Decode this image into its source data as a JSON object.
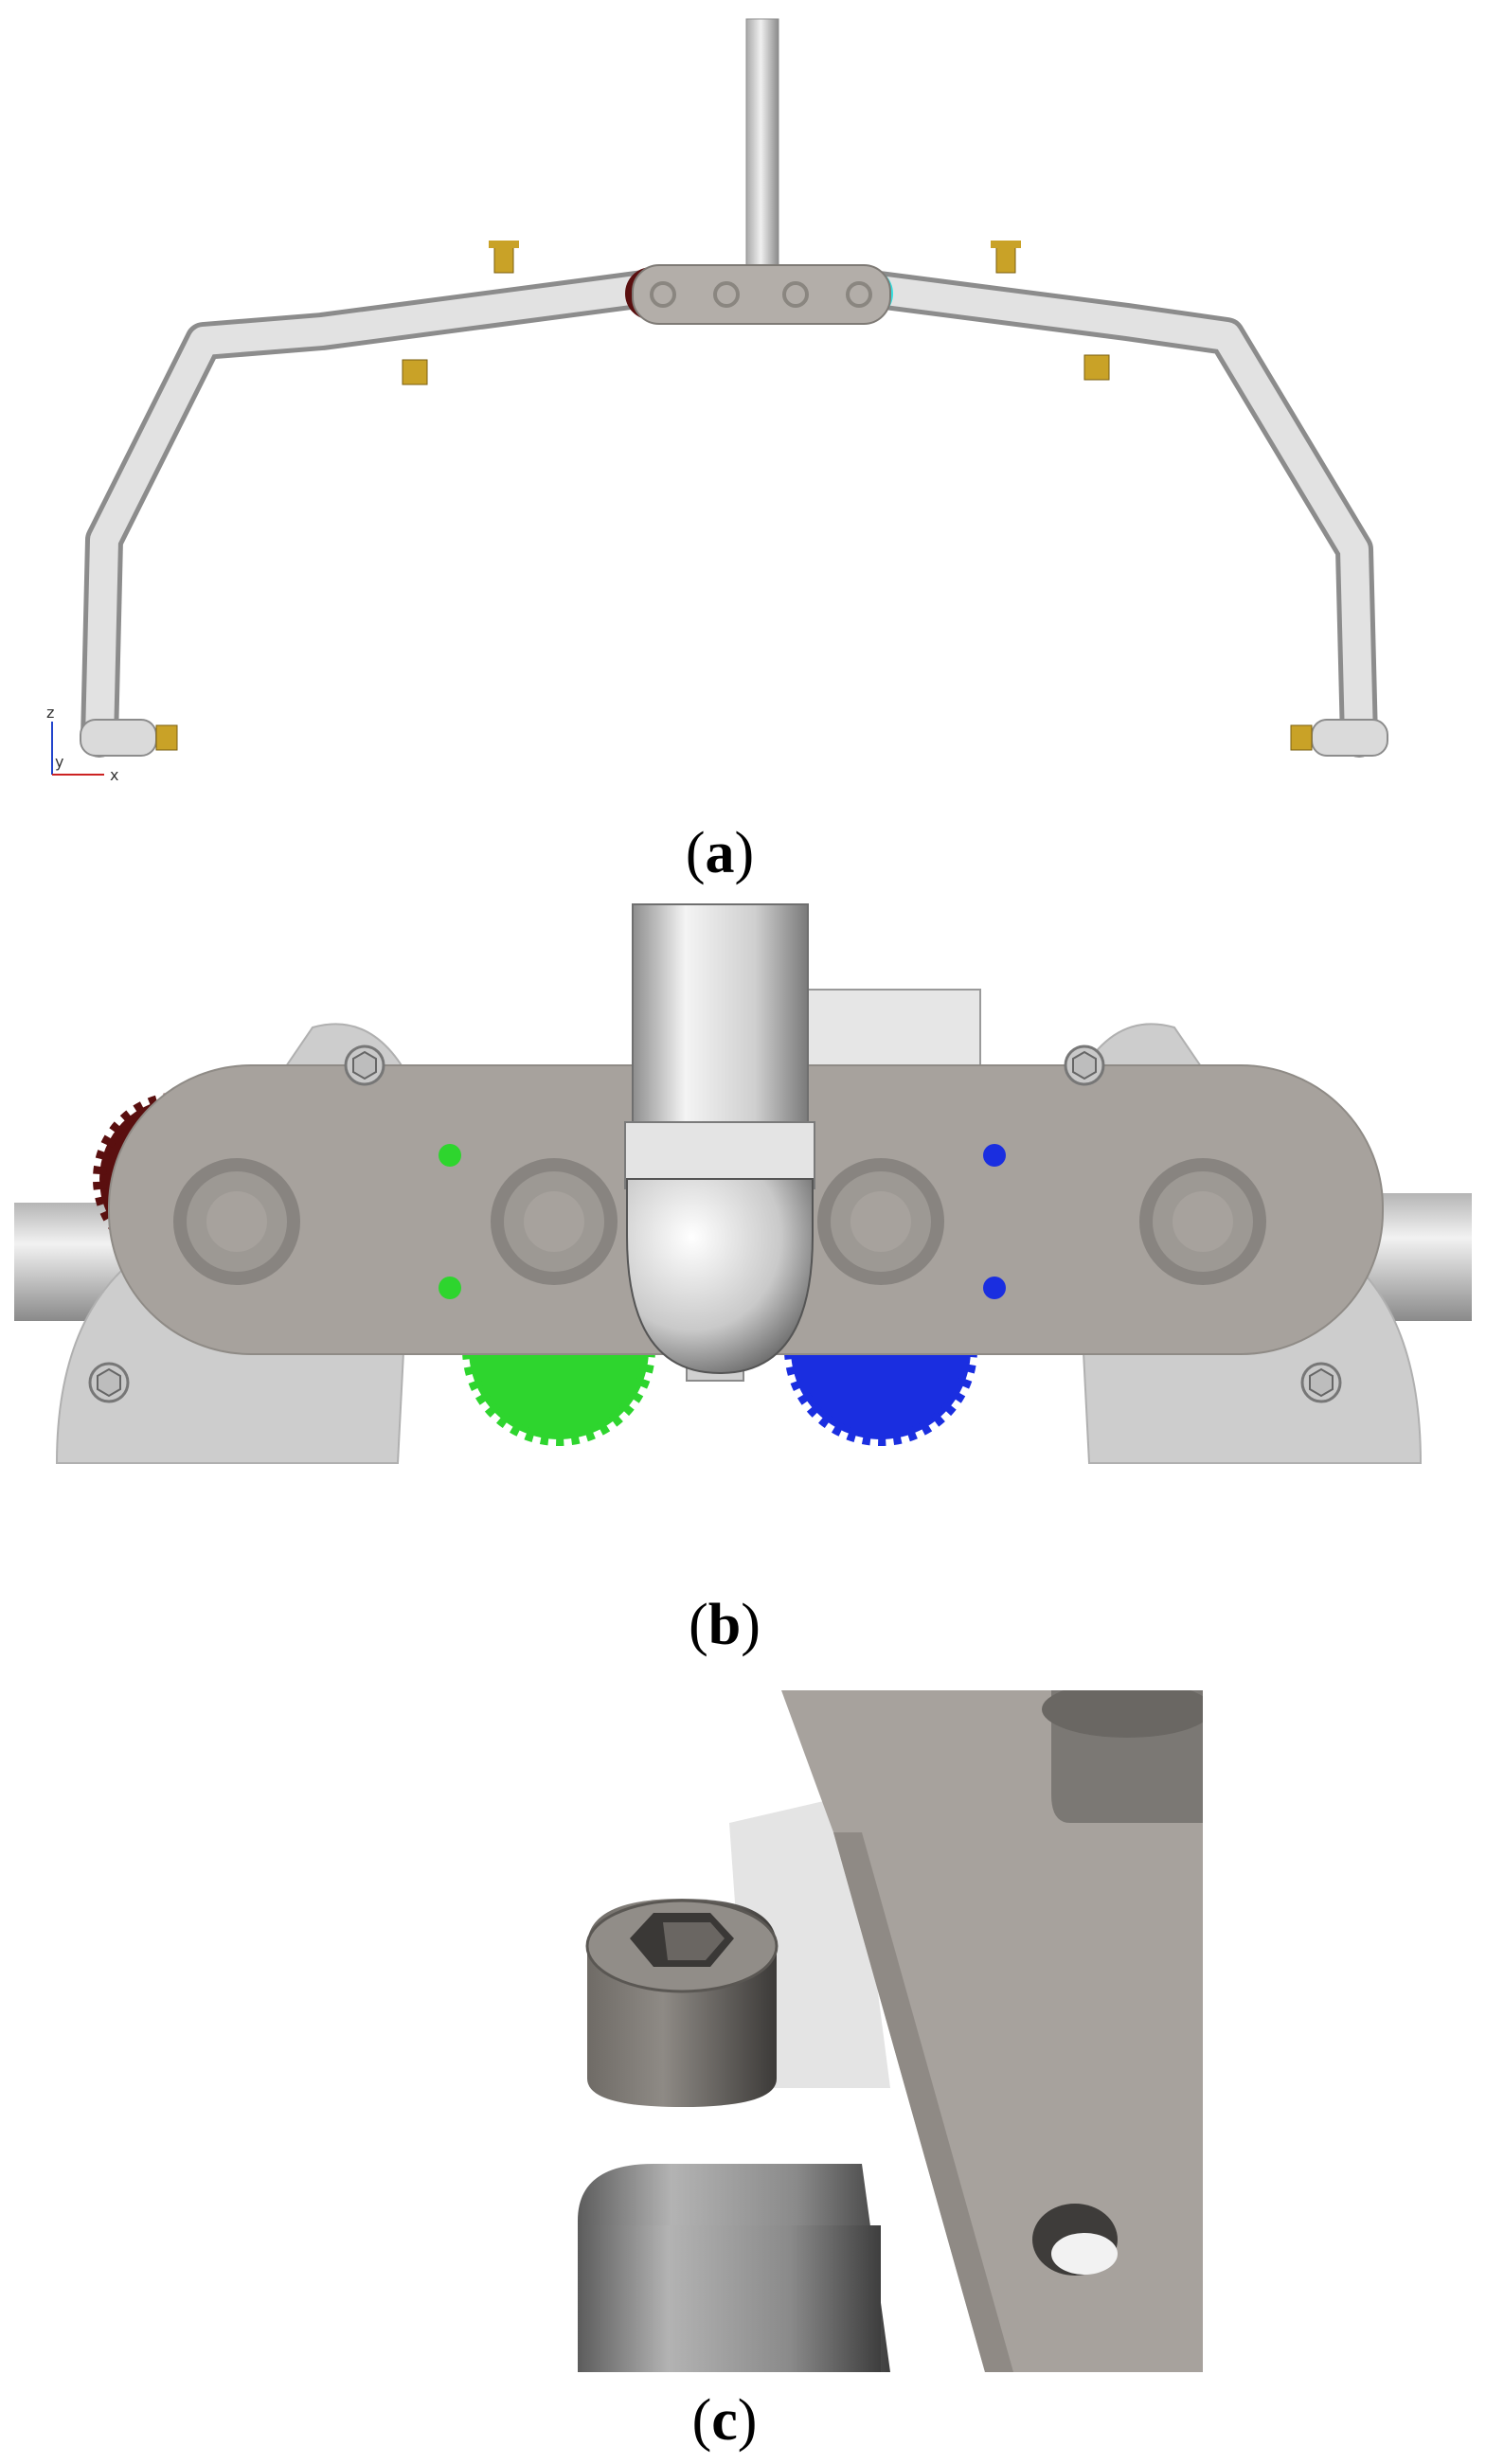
{
  "captions": {
    "a": "a",
    "b": "b",
    "c": "c"
  },
  "axes": {
    "z": "z",
    "y": "y",
    "x": "x"
  },
  "colors": {
    "pipe": "#dcdcdc",
    "plate": "#a7a29d",
    "brass": "#c9a227",
    "gear_red": "#e02020",
    "gear_darkred": "#5a0f0f",
    "gear_green": "#2ed52e",
    "gear_blue": "#1a2ee0",
    "gear_cyan": "#33e0e0"
  }
}
